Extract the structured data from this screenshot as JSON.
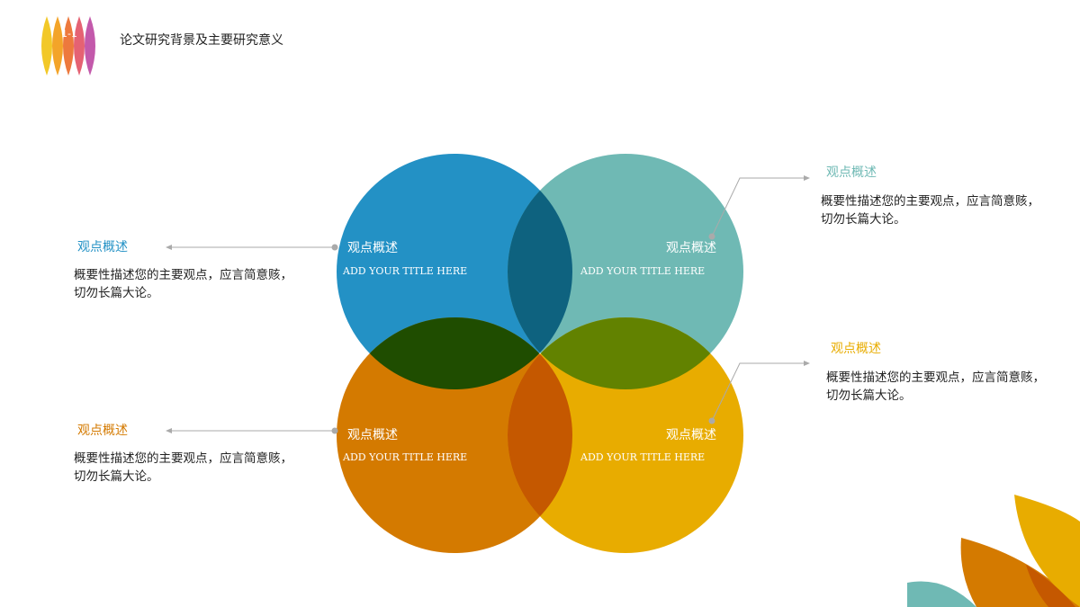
{
  "header": {
    "section_number": "1-1",
    "title": "论文研究背景及主要研究意义"
  },
  "colors": {
    "blue": "#2391c5",
    "teal": "#6fb9b4",
    "orange": "#d47a00",
    "yellow": "#e8ac00",
    "blue_teal_overlap": "#0e627f",
    "blue_orange_overlap": "#1f4d00",
    "teal_yellow_overlap": "#628200",
    "orange_yellow_overlap": "#c55800",
    "connector": "#aaaaaa"
  },
  "circles": [
    {
      "id": "top-left",
      "title": "观点概述",
      "subtitle": "ADD YOUR TITLE HERE"
    },
    {
      "id": "top-right",
      "title": "观点概述",
      "subtitle": "ADD YOUR TITLE HERE"
    },
    {
      "id": "bottom-left",
      "title": "观点概述",
      "subtitle": "ADD YOUR TITLE HERE"
    },
    {
      "id": "bottom-right",
      "title": "观点概述",
      "subtitle": "ADD YOUR TITLE HERE"
    }
  ],
  "callouts": [
    {
      "id": "left-top",
      "title": "观点概述",
      "color": "#2391c5",
      "line1": "概要性描述您的主要观点，应言简意赅，",
      "line2": "切勿长篇大论。"
    },
    {
      "id": "left-bottom",
      "title": "观点概述",
      "color": "#d47a00",
      "line1": "概要性描述您的主要观点，应言简意赅，",
      "line2": "切勿长篇大论。"
    },
    {
      "id": "right-top",
      "title": "观点概述",
      "color": "#6fb9b4",
      "line1": "概要性描述您的主要观点，应言简意赅，",
      "line2": "切勿长篇大论。"
    },
    {
      "id": "right-bottom",
      "title": "观点概述",
      "color": "#e8ac00",
      "line1": "概要性描述您的主要观点，应言简意赅，",
      "line2": "切勿长篇大论。"
    }
  ]
}
